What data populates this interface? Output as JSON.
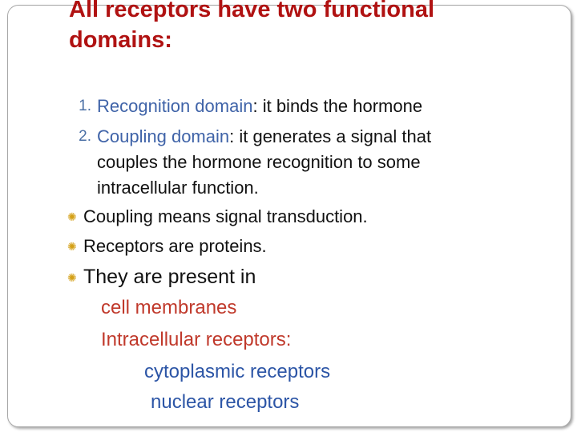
{
  "title": "All receptors have two functional domains:",
  "numbered": [
    {
      "num": "1.",
      "term": "Recognition domain",
      "colon": ":",
      "rest": " it binds the hormone"
    },
    {
      "num": "2.",
      "term": "Coupling domain",
      "colon": ":",
      "rest": " it generates a signal that",
      "cont1": "couples the hormone recognition to some",
      "cont2": "intracellular function."
    }
  ],
  "bullets": [
    "Coupling means signal transduction.",
    "Receptors are proteins.",
    "They are present in"
  ],
  "locations": {
    "cell_membranes": "cell membranes",
    "intracellular": "Intracellular receptors:",
    "cytoplasmic": "cytoplasmic receptors",
    "nuclear": "nuclear receptors"
  },
  "colors": {
    "title": "#b01212",
    "term": "#3f63a8",
    "bullet_mark": "#d4a017",
    "red_text": "#c0392b",
    "blue_text": "#2c55a6"
  },
  "icons": {
    "bullet": "sun-bullet-icon"
  }
}
